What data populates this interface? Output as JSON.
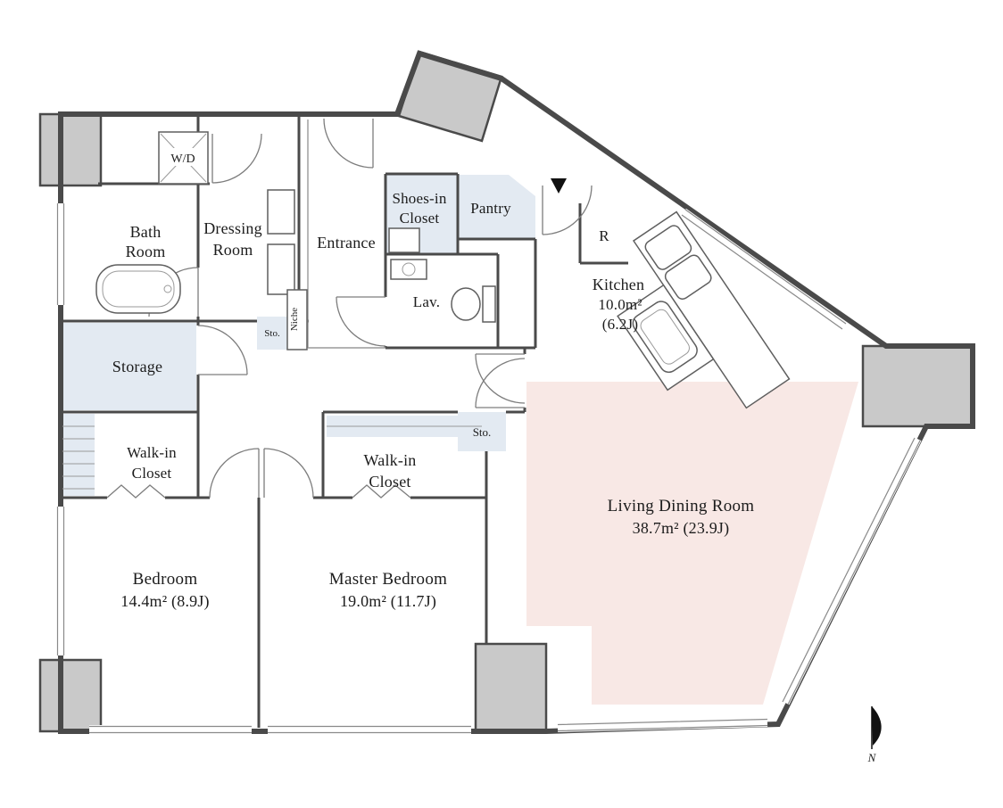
{
  "plan": {
    "colors": {
      "wall": "#4a4a4a",
      "column_fill": "#c9c9c9",
      "room_accent_blue": "#e3eaf2",
      "living_highlight_pink": "#f8e8e5",
      "window_line": "#8a8a8a"
    },
    "rooms": {
      "wd": {
        "label": "W/D"
      },
      "bath": {
        "line1": "Bath",
        "line2": "Room"
      },
      "dressing": {
        "line1": "Dressing",
        "line2": "Room"
      },
      "entrance": {
        "label": "Entrance"
      },
      "shoes_closet": {
        "line1": "Shoes-in",
        "line2": "Closet"
      },
      "pantry": {
        "label": "Pantry"
      },
      "refrigerator": {
        "label": "R"
      },
      "kitchen": {
        "name": "Kitchen",
        "area": "10.0m²",
        "tatami": "(6.2J)"
      },
      "lavatory": {
        "label": "Lav."
      },
      "storage_small_1": {
        "label": "Sto."
      },
      "niche": {
        "label": "Niche"
      },
      "storage": {
        "label": "Storage"
      },
      "walk_in_closet_1": {
        "line1": "Walk-in",
        "line2": "Closet"
      },
      "walk_in_closet_2": {
        "line1": "Walk-in",
        "line2": "Closet"
      },
      "storage_small_2": {
        "label": "Sto."
      },
      "bedroom": {
        "name": "Bedroom",
        "area": "14.4m²  (8.9J)"
      },
      "master_bedroom": {
        "name": "Master Bedroom",
        "area": "19.0m²  (11.7J)"
      },
      "living_dining": {
        "name": "Living Dining Room",
        "area": "38.7m²  (23.9J)"
      }
    },
    "compass": {
      "label": "N"
    }
  }
}
